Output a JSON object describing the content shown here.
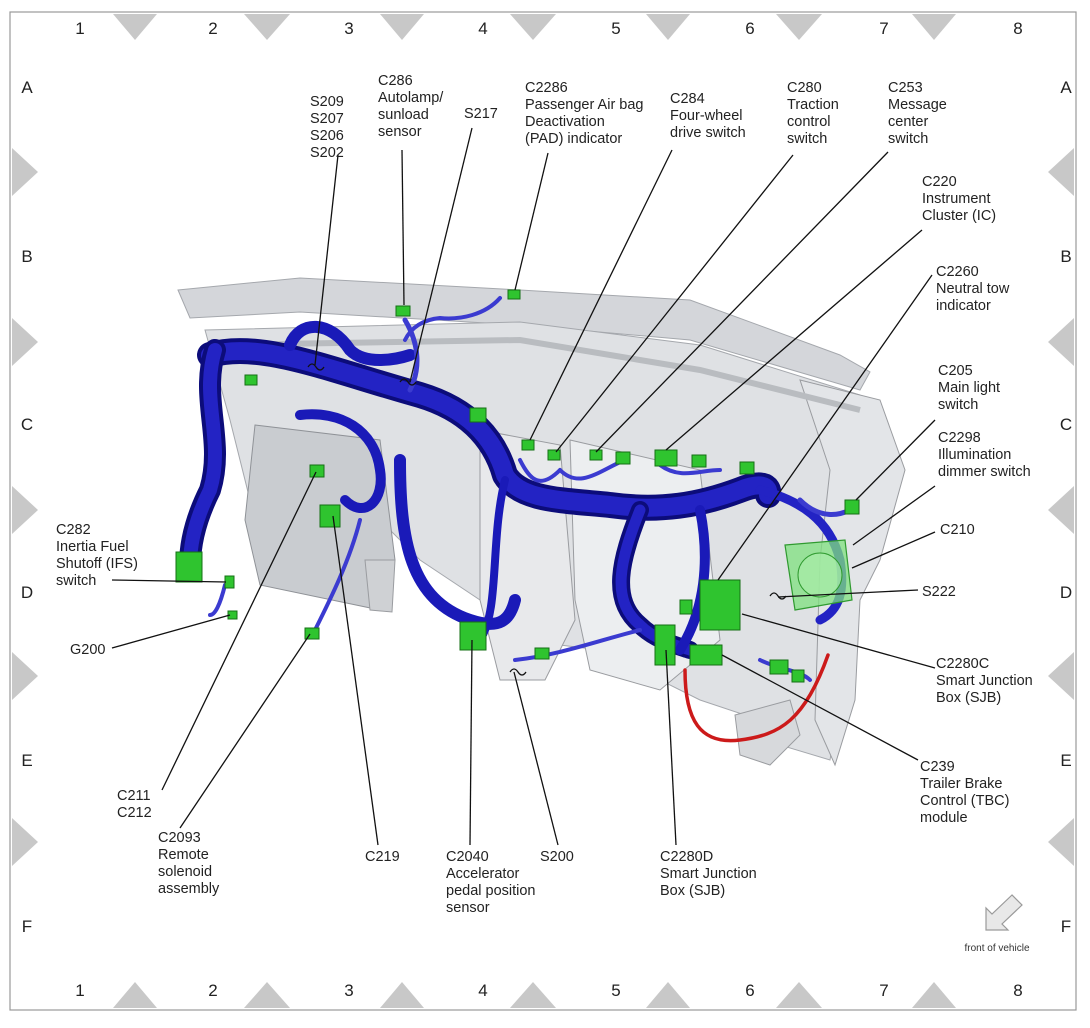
{
  "grid": {
    "columns": [
      "1",
      "2",
      "3",
      "4",
      "5",
      "6",
      "7",
      "8"
    ],
    "rows": [
      "A",
      "B",
      "C",
      "D",
      "E",
      "F"
    ]
  },
  "legend": {
    "front_label": "front of vehicle",
    "arrow_icon": "front-arrow-icon"
  },
  "colors": {
    "harness": "#1a1ab8",
    "harness_dark": "#0c0c7a",
    "connector": "#2fc42f",
    "dash_gray": "#cfd2d6",
    "red_wire": "#cc1a1a"
  },
  "callouts": [
    {
      "id": "s209",
      "lines": [
        "S209",
        "S207",
        "S206",
        "S202"
      ]
    },
    {
      "id": "c286",
      "lines": [
        "C286",
        "Autolamp/",
        "sunload",
        "sensor"
      ]
    },
    {
      "id": "s217",
      "lines": [
        "S217"
      ]
    },
    {
      "id": "c2286",
      "lines": [
        "C2286",
        "Passenger Air bag",
        "Deactivation",
        "(PAD) indicator"
      ]
    },
    {
      "id": "c284",
      "lines": [
        "C284",
        "Four-wheel",
        "drive switch"
      ]
    },
    {
      "id": "c280",
      "lines": [
        "C280",
        "Traction",
        "control",
        "switch"
      ]
    },
    {
      "id": "c253",
      "lines": [
        "C253",
        "Message",
        "center",
        "switch"
      ]
    },
    {
      "id": "c220",
      "lines": [
        "C220",
        "Instrument",
        "Cluster (IC)"
      ]
    },
    {
      "id": "c2260",
      "lines": [
        "C2260",
        "Neutral tow",
        "indicator"
      ]
    },
    {
      "id": "c205",
      "lines": [
        "C205",
        "Main light",
        "switch"
      ]
    },
    {
      "id": "c2298",
      "lines": [
        "C2298",
        "Illumination",
        "dimmer switch"
      ]
    },
    {
      "id": "c210",
      "lines": [
        "C210"
      ]
    },
    {
      "id": "s222",
      "lines": [
        "S222"
      ]
    },
    {
      "id": "c2280c",
      "lines": [
        "C2280C",
        "Smart Junction",
        "Box (SJB)"
      ]
    },
    {
      "id": "c239",
      "lines": [
        "C239",
        "Trailer Brake",
        "Control (TBC)",
        "module"
      ]
    },
    {
      "id": "c282",
      "lines": [
        "C282",
        "Inertia Fuel",
        "Shutoff (IFS)",
        "switch"
      ]
    },
    {
      "id": "g200",
      "lines": [
        "G200"
      ]
    },
    {
      "id": "c211",
      "lines": [
        "C211",
        "C212"
      ]
    },
    {
      "id": "c2093",
      "lines": [
        "C2093",
        "Remote",
        "solenoid",
        "assembly"
      ]
    },
    {
      "id": "c219",
      "lines": [
        "C219"
      ]
    },
    {
      "id": "c2040",
      "lines": [
        "C2040",
        "Accelerator",
        "pedal position",
        "sensor"
      ]
    },
    {
      "id": "s200",
      "lines": [
        "S200"
      ]
    },
    {
      "id": "c2280d",
      "lines": [
        "C2280D",
        "Smart Junction",
        "Box (SJB)"
      ]
    }
  ]
}
